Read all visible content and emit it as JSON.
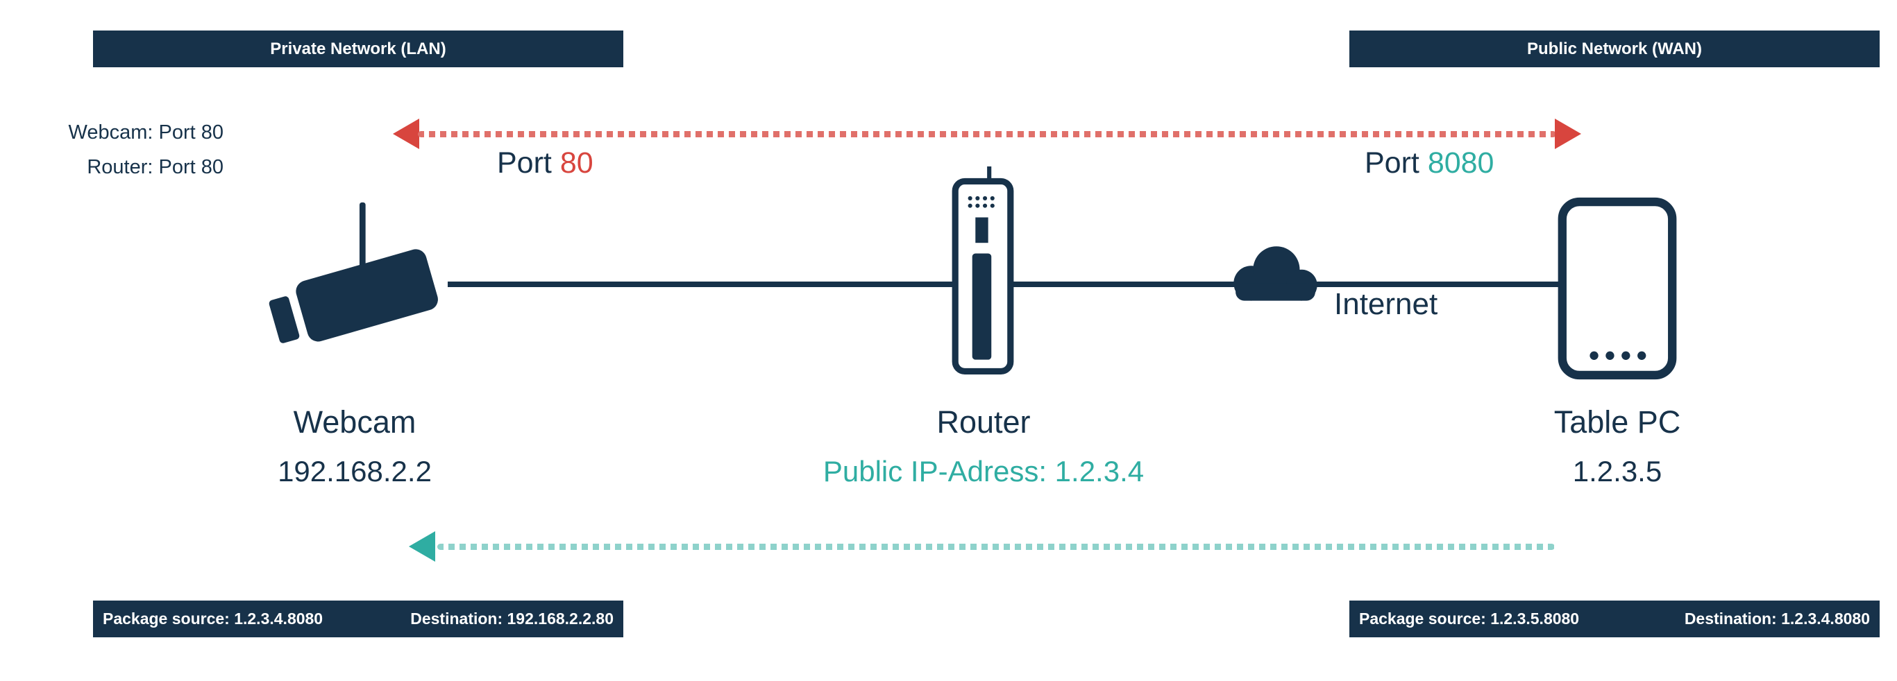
{
  "colors": {
    "navy": "#17324a",
    "red": "#d8453e",
    "red_light": "#e0706a",
    "teal": "#2fada2",
    "teal_light": "#8ed2cb"
  },
  "banners": {
    "top_left": "Private Network (LAN)",
    "top_right": "Public Network (WAN)",
    "bottom_left": {
      "source": "Package source: 1.2.3.4.8080",
      "destination": "Destination: 192.168.2.2.80"
    },
    "bottom_right": {
      "source": "Package source: 1.2.3.5.8080",
      "destination": "Destination: 1.2.3.4.8080"
    }
  },
  "note": {
    "line1": "Webcam: Port 80",
    "line2": "Router: Port 80"
  },
  "ports": {
    "lan": {
      "prefix": "Port ",
      "value": "80"
    },
    "wan": {
      "prefix": "Port ",
      "value": "8080"
    }
  },
  "nodes": {
    "webcam": {
      "name": "Webcam",
      "address": "192.168.2.2"
    },
    "router": {
      "name": "Router",
      "address": "Public IP-Adress: 1.2.3.4"
    },
    "internet": {
      "label": "Internet"
    },
    "tablet": {
      "name": "Table PC",
      "address": "1.2.3.5"
    }
  }
}
